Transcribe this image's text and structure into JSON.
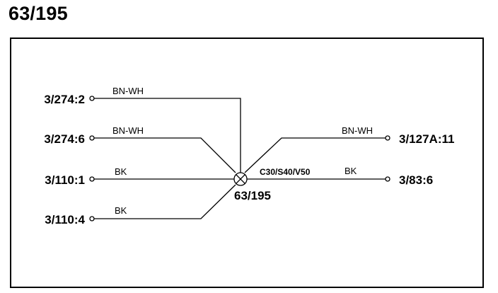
{
  "title": "63/195",
  "splice": {
    "label": "63/195",
    "variant": "C30/S40/V50"
  },
  "left_connections": [
    {
      "terminal": "3/274:2",
      "wire_color": "BN-WH"
    },
    {
      "terminal": "3/274:6",
      "wire_color": "BN-WH"
    },
    {
      "terminal": "3/110:1",
      "wire_color": "BK"
    },
    {
      "terminal": "3/110:4",
      "wire_color": "BK"
    }
  ],
  "right_connections": [
    {
      "terminal": "3/127A:11",
      "wire_color": "BN-WH"
    },
    {
      "terminal": "3/83:6",
      "wire_color": "BK"
    }
  ],
  "colors": {
    "line": "#000000",
    "background": "#ffffff"
  }
}
